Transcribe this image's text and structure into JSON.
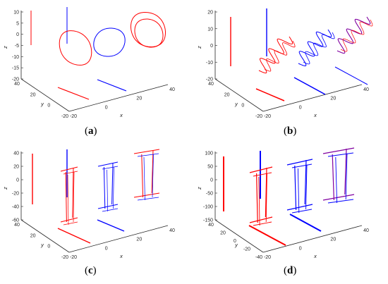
{
  "chart_data": [
    {
      "type": "line",
      "caption": "a",
      "xlabel": "x",
      "ylabel": "y",
      "zlabel": "z",
      "zlim": [
        -20,
        10
      ],
      "x_ticks": [
        "-20",
        "0",
        "20",
        "40"
      ],
      "y_ticks": [
        "-20",
        "0",
        "20",
        "40"
      ],
      "z_ticks": [
        "-20",
        "-15",
        "-10",
        "-5",
        "0",
        "5",
        "10"
      ],
      "colors": {
        "primary": "#ff0000",
        "secondary": "#0000ff"
      }
    },
    {
      "type": "line",
      "caption": "b",
      "xlabel": "x",
      "ylabel": "y",
      "zlabel": "z",
      "zlim": [
        -20,
        20
      ],
      "x_ticks": [
        "-20",
        "0",
        "20",
        "40"
      ],
      "y_ticks": [
        "-20",
        "0",
        "20",
        "40"
      ],
      "z_ticks": [
        "-20",
        "-10",
        "0",
        "10",
        "20"
      ],
      "colors": {
        "primary": "#ff0000",
        "secondary": "#0000ff"
      }
    },
    {
      "type": "line",
      "caption": "c",
      "xlabel": "x",
      "ylabel": "y",
      "zlabel": "z",
      "zlim": [
        -60,
        40
      ],
      "x_ticks": [
        "-20",
        "0",
        "20",
        "40"
      ],
      "y_ticks": [
        "-20",
        "0",
        "20",
        "40"
      ],
      "z_ticks": [
        "-60",
        "-40",
        "-20",
        "0",
        "20",
        "40"
      ],
      "colors": {
        "primary": "#ff0000",
        "secondary": "#0000ff"
      }
    },
    {
      "type": "line",
      "caption": "d",
      "xlabel": "x",
      "ylabel": "y",
      "zlabel": "z",
      "zlim": [
        -150,
        100
      ],
      "x_ticks": [
        "-20",
        "0",
        "20",
        "40"
      ],
      "y_ticks": [
        "-40",
        "-20",
        "0",
        "20",
        "40"
      ],
      "z_ticks": [
        "-150",
        "-100",
        "-50",
        "0",
        "50",
        "100"
      ],
      "colors": {
        "primary": "#ff0000",
        "secondary": "#0000ff"
      }
    }
  ],
  "captions": [
    {
      "open": "(",
      "letter": "a",
      "close": ")"
    },
    {
      "open": "(",
      "letter": "b",
      "close": ")"
    },
    {
      "open": "(",
      "letter": "c",
      "close": ")"
    },
    {
      "open": "(",
      "letter": "d",
      "close": ")"
    }
  ]
}
